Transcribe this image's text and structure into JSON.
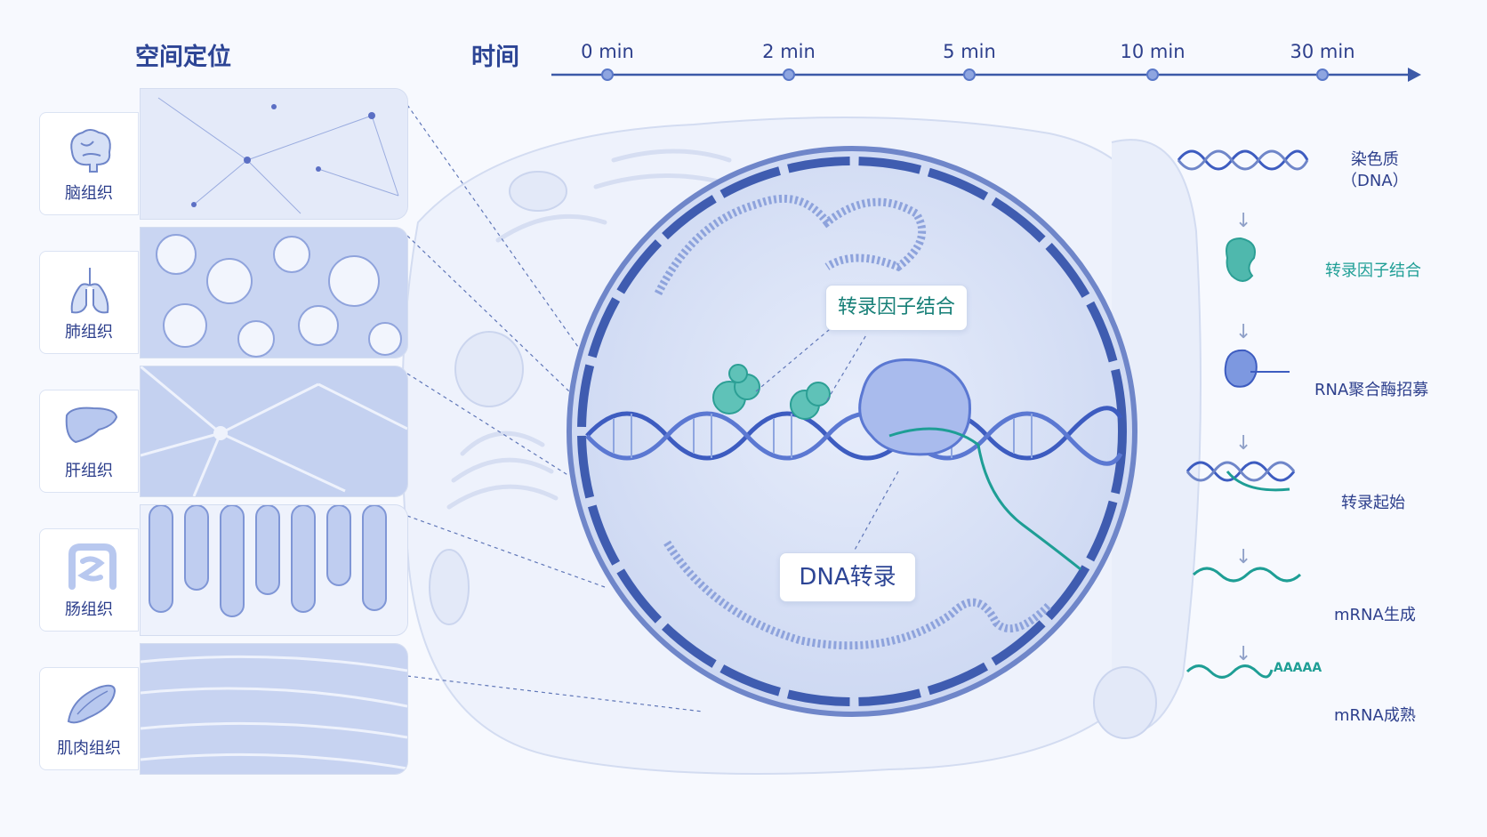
{
  "spatial": {
    "title": "空间定位",
    "tissues": [
      {
        "label": "脑组织",
        "icon": "brain-icon"
      },
      {
        "label": "肺组织",
        "icon": "lungs-icon"
      },
      {
        "label": "肝组织",
        "icon": "liver-icon"
      },
      {
        "label": "肠组织",
        "icon": "intestine-icon"
      },
      {
        "label": "肌肉组织",
        "icon": "muscle-icon"
      }
    ]
  },
  "timeline": {
    "title": "时间",
    "ticks": [
      "0 min",
      "2 min",
      "5 min",
      "10 min",
      "30 min"
    ]
  },
  "nucleus": {
    "tf_label": "转录因子结合",
    "dna_label": "DNA转录"
  },
  "process": {
    "steps": [
      {
        "label": "染色质\n（DNA）",
        "icon": "dna-helix-icon"
      },
      {
        "label": "转录因子结合",
        "icon": "transcription-factor-icon",
        "highlight": true
      },
      {
        "label": "RNA聚合酶招募",
        "icon": "rna-polymerase-icon"
      },
      {
        "label": "转录起始",
        "icon": "transcription-start-icon"
      },
      {
        "label": "mRNA生成",
        "icon": "mrna-icon"
      },
      {
        "label": "mRNA成熟",
        "icon": "mature-mrna-icon",
        "tail": "AAAAA"
      }
    ]
  },
  "colors": {
    "primary": "#2d4595",
    "accent": "#1e9e95",
    "nucleus": "#dfe6f8"
  }
}
